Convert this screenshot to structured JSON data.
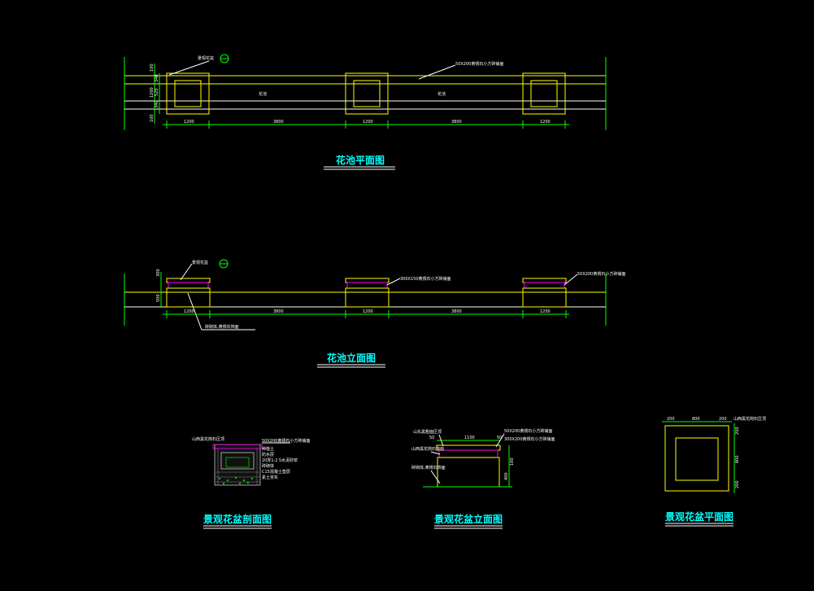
{
  "titles": {
    "plan": "花池平面图",
    "elevation": "花池立面图",
    "pot_section": "景观花盆剖面图",
    "pot_elevation": "景观花盆立面图",
    "pot_plan": "景观花盆平面图"
  },
  "plan": {
    "dims_bottom": [
      "1200",
      "3800",
      "1200",
      "3800",
      "1200"
    ],
    "dims_left": [
      "100",
      "340",
      "1200",
      "520",
      "340",
      "100"
    ],
    "labels": [
      "花池",
      "花池"
    ],
    "callout_pot": "景观花盆",
    "callout_pave": "50X200黄锈石小方砖铺面"
  },
  "elevation": {
    "dims_bottom": [
      "1200",
      "3800",
      "1200",
      "3800",
      "1200"
    ],
    "dims_left": [
      "300",
      "500"
    ],
    "callout_pot": "景观花盆",
    "callout_mid": "300X150黄锈石小方砖铺面",
    "callout_right": "50X200黄锈石小方砖铺面",
    "callout_base": "砖砌体,黄锈石饰面"
  },
  "pot_elevation": {
    "dim_top": "1100",
    "dim_side_l": "50",
    "dim_side_r": "50",
    "dims_right": [
      "100",
      "400"
    ],
    "notes": [
      "山东黑粗面压顶",
      "山西黑花岗石饰面",
      "砖砌体,黄锈石饰面"
    ],
    "notes_right": [
      "50X200黄锈石小方砖铺面",
      "300X200黄锈石小方砖铺面"
    ]
  },
  "pot_plan": {
    "dims_top": [
      "200",
      "800",
      "200"
    ],
    "dims_right": [
      "200",
      "800",
      "200"
    ],
    "note": "山西黑花岗石压顶"
  },
  "pot_section": {
    "notes_left": [
      "山西黑花岗石压顶"
    ],
    "notes_right": [
      "50X200黄锈石小方砖铺面",
      "种植土",
      "防水层",
      "20厚1:2.5水泥砂浆",
      "砖砌体",
      "C15混凝土垫层",
      "素土夯实"
    ]
  }
}
